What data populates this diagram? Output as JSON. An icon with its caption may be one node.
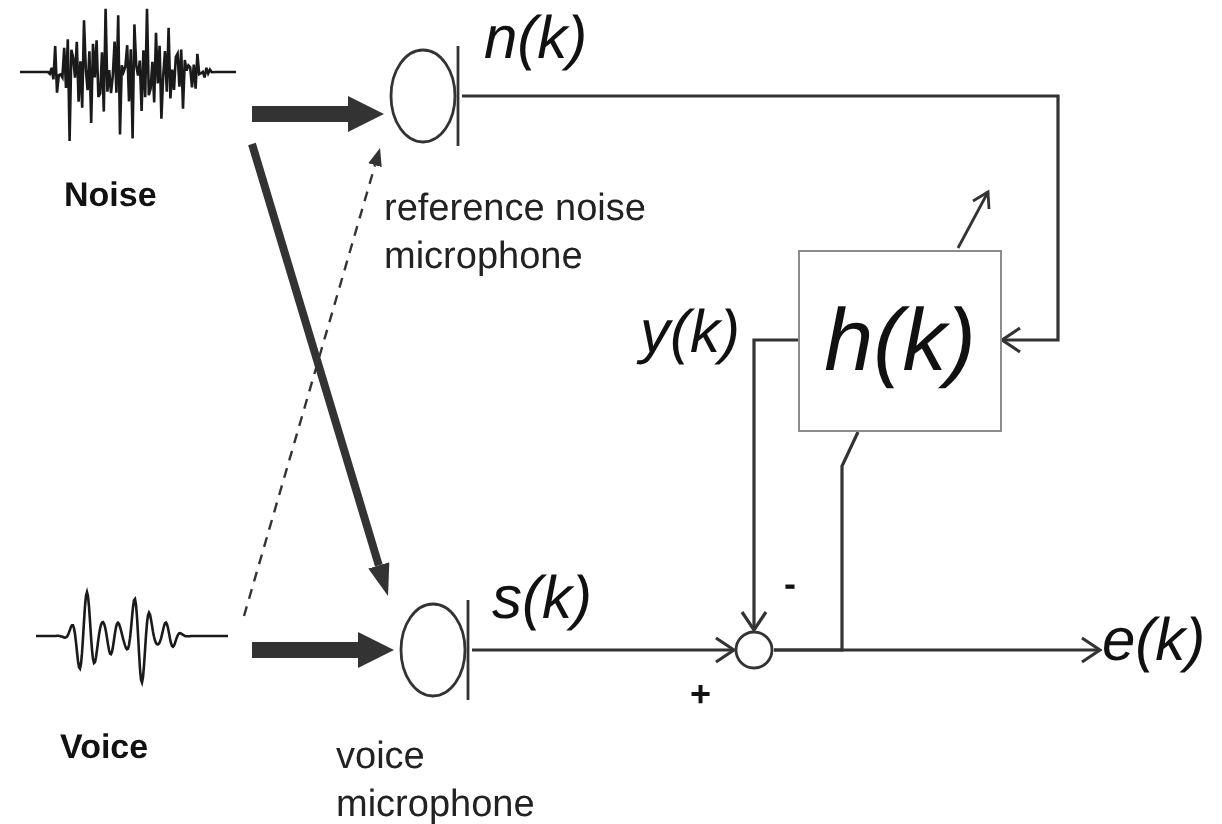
{
  "diagram": {
    "nodes": [
      {
        "text": [
          "Noise"
        ]
      },
      {
        "text": [],
        "shape": "microphone",
        "beside": [
          "reference noise microphone"
        ]
      },
      {
        "text": [
          "h(k)"
        ]
      },
      {
        "text": [
          "Voice"
        ]
      },
      {
        "text": [],
        "shape": "microphone",
        "beside": [
          "voice microphone"
        ]
      },
      {
        "text": [],
        "shape": "circle"
      },
      {
        "text": [
          "e(k)"
        ]
      }
    ],
    "edges": [
      {
        "from": 0,
        "to": 1,
        "arrow": "to",
        "style": "thick"
      },
      {
        "from": 0,
        "to": 4,
        "arrow": "to",
        "style": "thick"
      },
      {
        "from": 3,
        "to": 1,
        "arrow": "to",
        "style": "dashed"
      },
      {
        "from": 3,
        "to": 4,
        "arrow": "to",
        "style": "thick"
      },
      {
        "from": 1,
        "to": 2,
        "arrow": "to",
        "label": "n(k)"
      },
      {
        "from": 2,
        "to": 5,
        "arrow": "to",
        "label": "y(k)"
      },
      {
        "from": 4,
        "to": 5,
        "arrow": "to",
        "label": "s(k)"
      },
      {
        "from": 5,
        "to": 6,
        "arrow": "to"
      },
      {
        "from": 5,
        "to": 2,
        "arrow": "none"
      }
    ],
    "labels": [
      "-",
      "+"
    ]
  }
}
